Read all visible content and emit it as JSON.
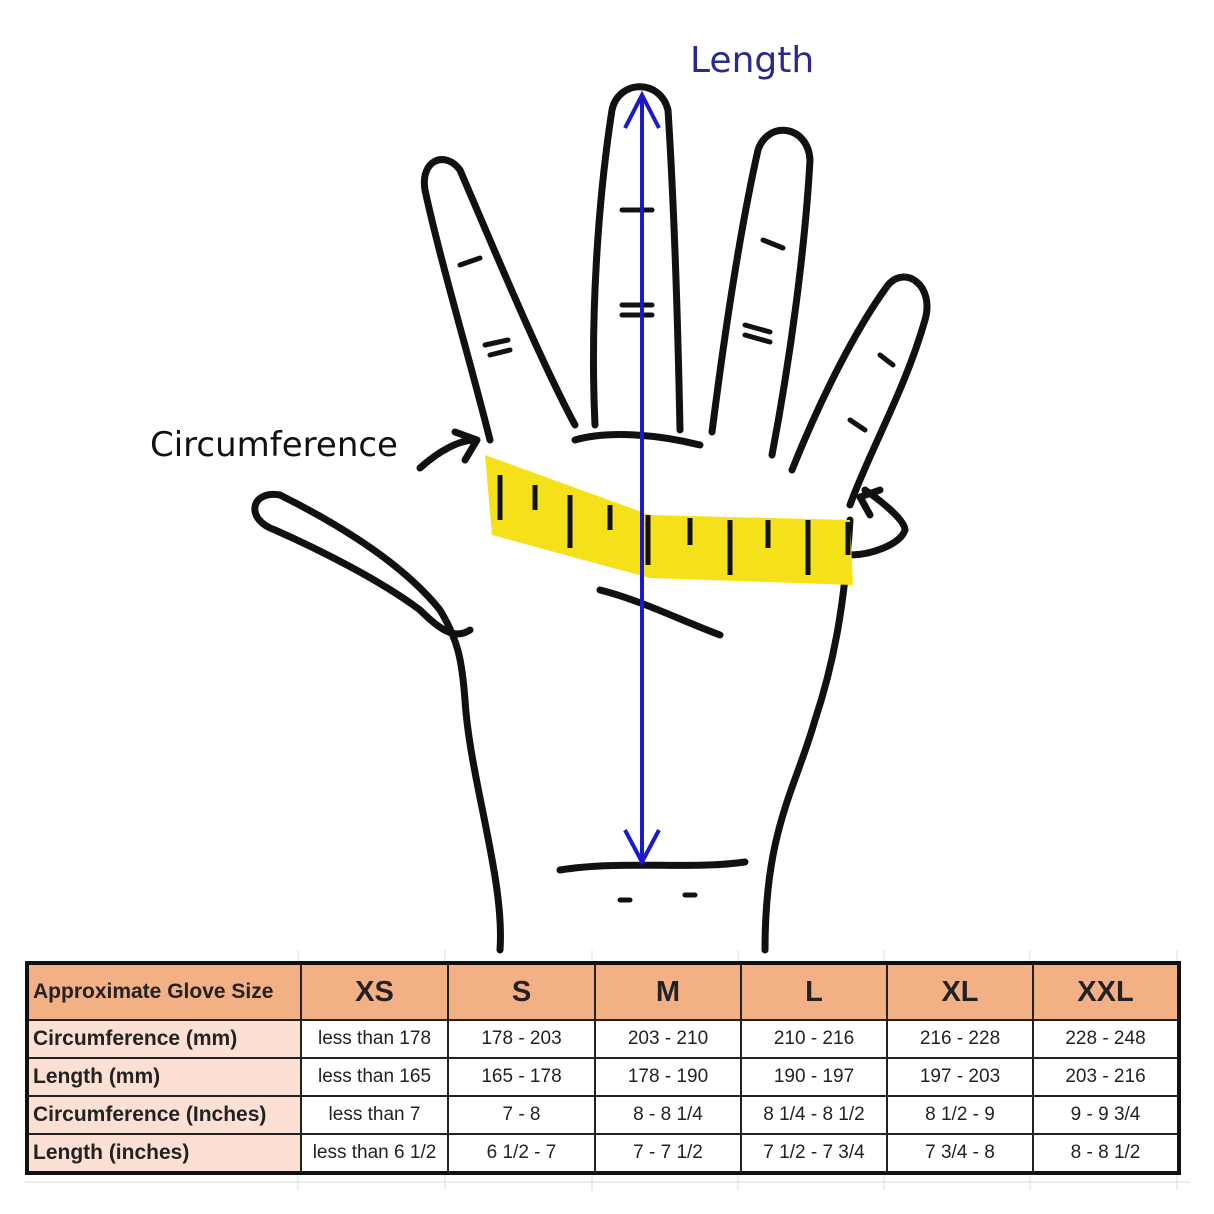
{
  "diagram": {
    "length_label": "Length",
    "circumference_label": "Circumference",
    "colors": {
      "arrow": "#1a1ac8",
      "tape": "#f5e11a",
      "header": "#f3b085",
      "row_label": "#fbe0d3"
    }
  },
  "table": {
    "corner_label": "Approximate Glove Size",
    "sizes": [
      "XS",
      "S",
      "M",
      "L",
      "XL",
      "XXL"
    ],
    "rows": [
      {
        "label": "Circumference (mm)",
        "values": [
          "less than 178",
          "178 - 203",
          "203 - 210",
          "210 - 216",
          "216 - 228",
          "228 - 248"
        ]
      },
      {
        "label": "Length (mm)",
        "values": [
          "less than 165",
          "165 - 178",
          "178 - 190",
          "190 - 197",
          "197 - 203",
          "203 - 216"
        ]
      },
      {
        "label": "Circumference (Inches)",
        "values": [
          "less than 7",
          "7 - 8",
          "8 - 8 1/4",
          "8 1/4 - 8 1/2",
          "8 1/2 - 9",
          "9 - 9 3/4"
        ]
      },
      {
        "label": "Length (inches)",
        "values": [
          "less than 6 1/2",
          "6 1/2 - 7",
          "7 - 7 1/2",
          "7 1/2 - 7 3/4",
          "7 3/4 - 8",
          "8 - 8 1/2"
        ]
      }
    ]
  }
}
